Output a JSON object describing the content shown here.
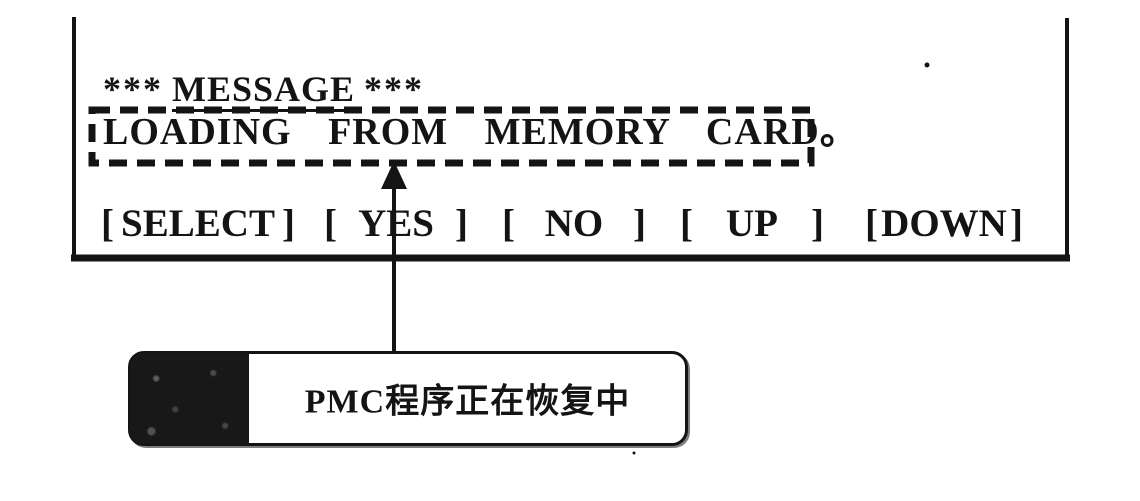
{
  "screen": {
    "title": {
      "prefix": "***",
      "word": "MESSAGE",
      "suffix": "***"
    },
    "message": "LOADING FROM MEMORY CARD。",
    "bracket_open": "[",
    "bracket_close": "]",
    "softkeys": [
      {
        "label": "SELECT"
      },
      {
        "label": "YES"
      },
      {
        "label": "NO"
      },
      {
        "label": "UP"
      },
      {
        "label": "DOWN"
      }
    ]
  },
  "callout": {
    "label": "PMC程序正在恢复中"
  },
  "colors": {
    "ink": "#141414",
    "paper": "#ffffff"
  }
}
